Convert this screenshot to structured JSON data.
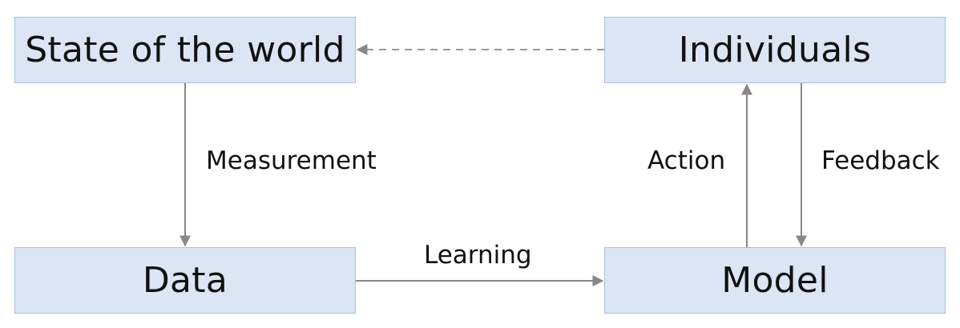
{
  "nodes": {
    "state_of_world": "State of the world",
    "individuals": "Individuals",
    "data": "Data",
    "model": "Model"
  },
  "edges": {
    "measurement": "Measurement",
    "learning": "Learning",
    "action": "Action",
    "feedback": "Feedback"
  },
  "colors": {
    "box_fill": "#dbe5f4",
    "box_border": "#a9bde0",
    "arrow": "#888888"
  }
}
